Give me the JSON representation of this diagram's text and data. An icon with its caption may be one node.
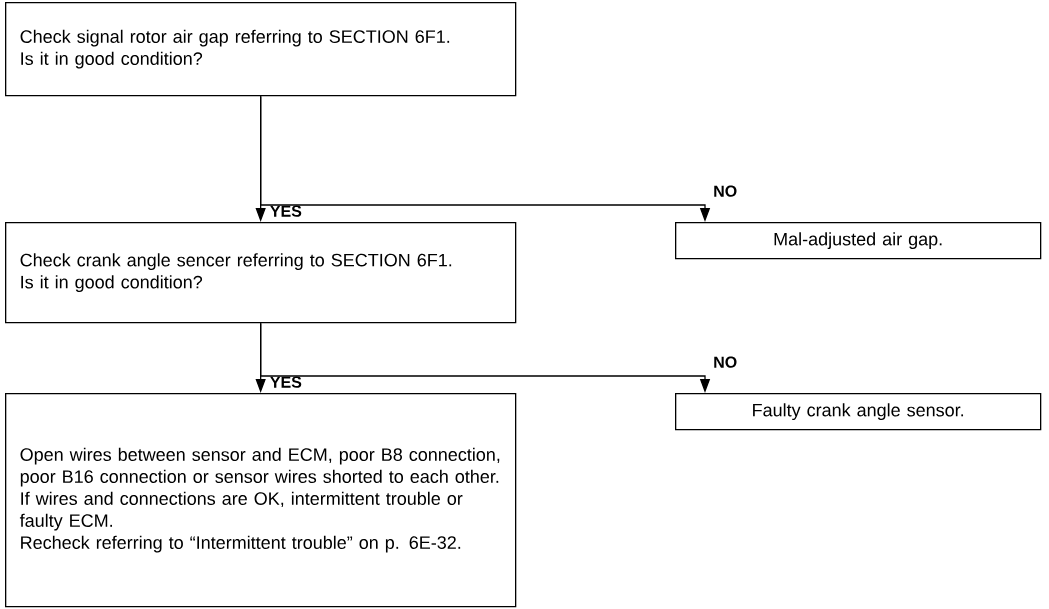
{
  "diagram": {
    "nodes": [
      {
        "text": [
          "Check signal rotor air gap referring to SECTION 6F1.",
          "Is it in good condition?"
        ]
      },
      {
        "text": [
          "Mal-adjusted air gap."
        ]
      },
      {
        "text": [
          "Check crank angle sencer referring to SECTION 6F1.",
          "Is it in good condition?"
        ]
      },
      {
        "text": [
          "Faulty crank angle sensor."
        ]
      },
      {
        "text": [
          "Open wires between sensor and ECM, poor B8 connection, poor B16 connection or sensor wires shorted to each other.",
          "If wires and connections are OK, intermittent trouble or faulty ECM.",
          "Recheck referring to “Intermittent trouble” on p. 6E-32."
        ]
      }
    ],
    "edges": [
      {
        "from": 0,
        "to": 2,
        "arrow": "to",
        "label": "YES"
      },
      {
        "from": 0,
        "to": 1,
        "arrow": "to",
        "label": "NO"
      },
      {
        "from": 2,
        "to": 4,
        "arrow": "to",
        "label": "YES"
      },
      {
        "from": 2,
        "to": 3,
        "arrow": "to",
        "label": "NO"
      }
    ]
  }
}
